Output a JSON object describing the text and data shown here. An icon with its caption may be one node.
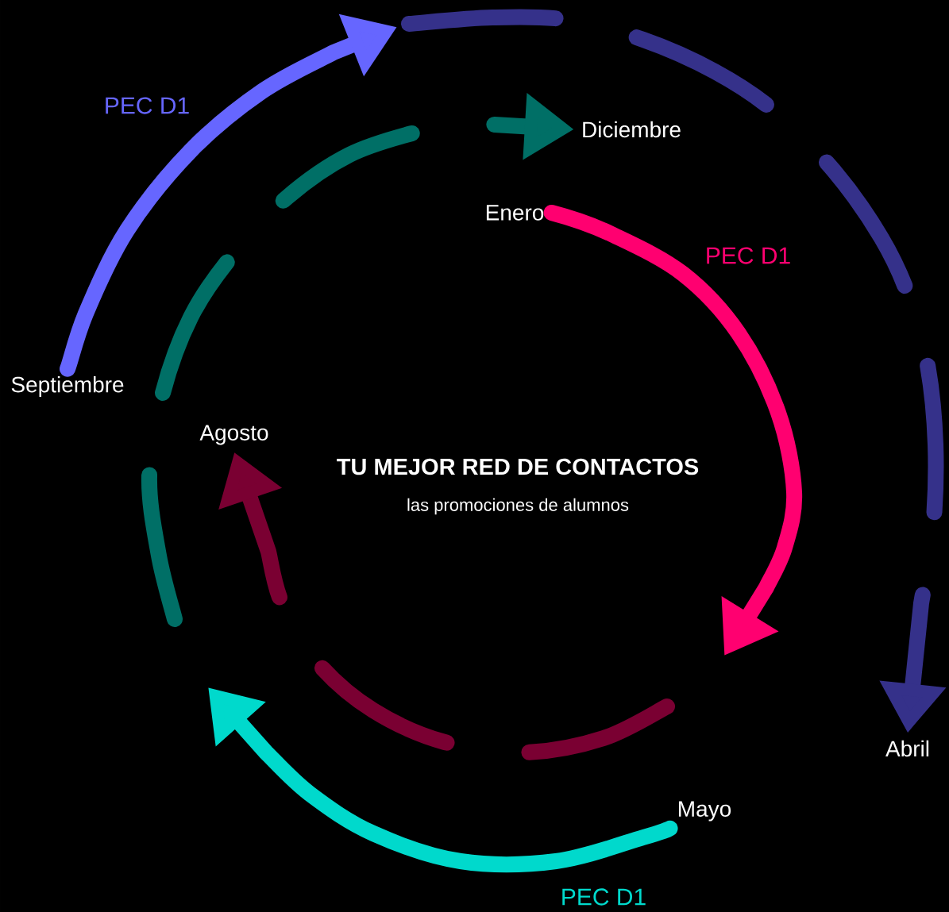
{
  "diagram": {
    "title": "TU MEJOR RED DE CONTACTOS",
    "nodes": [
      {
        "text": [
          "Diciembre"
        ]
      },
      {
        "text": [
          "Enero"
        ]
      },
      {
        "text": [
          "Septiembre"
        ]
      },
      {
        "text": [
          "Agosto"
        ]
      },
      {
        "text": [
          "Abril"
        ]
      },
      {
        "text": [
          "Mayo"
        ]
      }
    ],
    "edges": [
      {
        "from": 2,
        "to": null,
        "arrow": "to",
        "label": "PEC D1",
        "color": "#6666ff"
      },
      {
        "from": null,
        "to": 4,
        "arrow": "to",
        "style": "dashed",
        "color": "#35318a"
      },
      {
        "from": null,
        "to": 0,
        "arrow": "to",
        "style": "dashed",
        "color": "#006f66"
      },
      {
        "from": 1,
        "to": null,
        "arrow": "to",
        "label": "PEC D1",
        "color": "#ff0070"
      },
      {
        "from": null,
        "to": 3,
        "arrow": "to",
        "style": "dashed",
        "color": "#7a0032"
      },
      {
        "from": 5,
        "to": null,
        "arrow": "to",
        "label": "PEC D1",
        "color": "#00d9cc"
      }
    ],
    "labels": [
      "las promociones de alumnos"
    ]
  }
}
